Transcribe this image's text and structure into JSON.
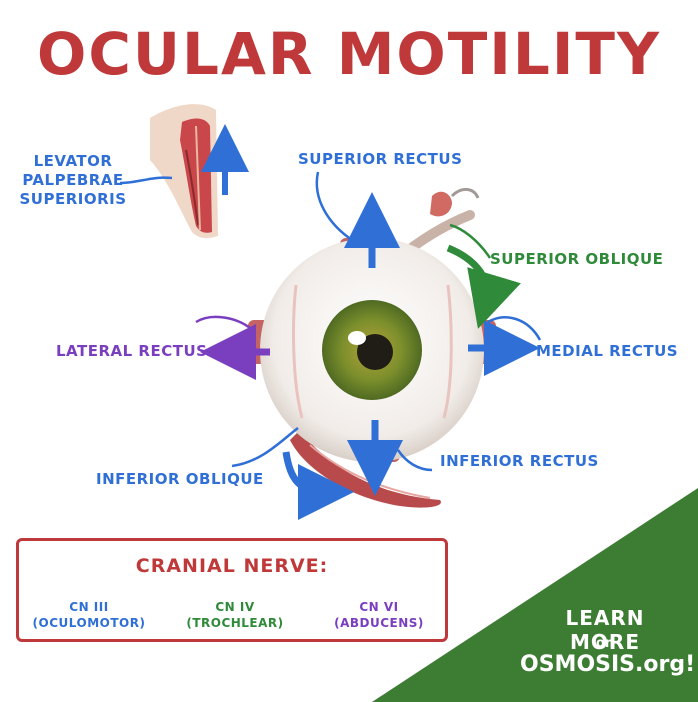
{
  "title": "OCULAR MOTILITY",
  "colors": {
    "title": "#c0393a",
    "blue_label": "#2f6fd6",
    "green_label": "#2f8a3a",
    "purple_label": "#7a3fbf",
    "iris": "#6d8a2e",
    "badge": "#3d7d33"
  },
  "labels": {
    "levator": [
      "LEVATOR",
      "PALPEBRAE",
      "SUPERIORIS"
    ],
    "superior_rectus": "SUPERIOR RECTUS",
    "superior_oblique": "SUPERIOR OBLIQUE",
    "lateral_rectus": "LATERAL RECTUS",
    "medial_rectus": "MEDIAL RECTUS",
    "inferior_oblique": "INFERIOR OBLIQUE",
    "inferior_rectus": "INFERIOR RECTUS"
  },
  "cranial_nerve": {
    "heading": "CRANIAL NERVE:",
    "items": [
      {
        "name": "CN III",
        "detail": "(OCULOMOTOR)"
      },
      {
        "name": "CN IV",
        "detail": "(TROCHLEAR)"
      },
      {
        "name": "CN VI",
        "detail": "(ABDUCENS)"
      }
    ]
  },
  "badge": {
    "line1": "LEARN MORE",
    "line2": "on",
    "brand": "OSMOSIS.org!"
  },
  "icons": [
    "eyeball-icon",
    "eyelid-cross-section-icon",
    "trochlea-icon"
  ]
}
